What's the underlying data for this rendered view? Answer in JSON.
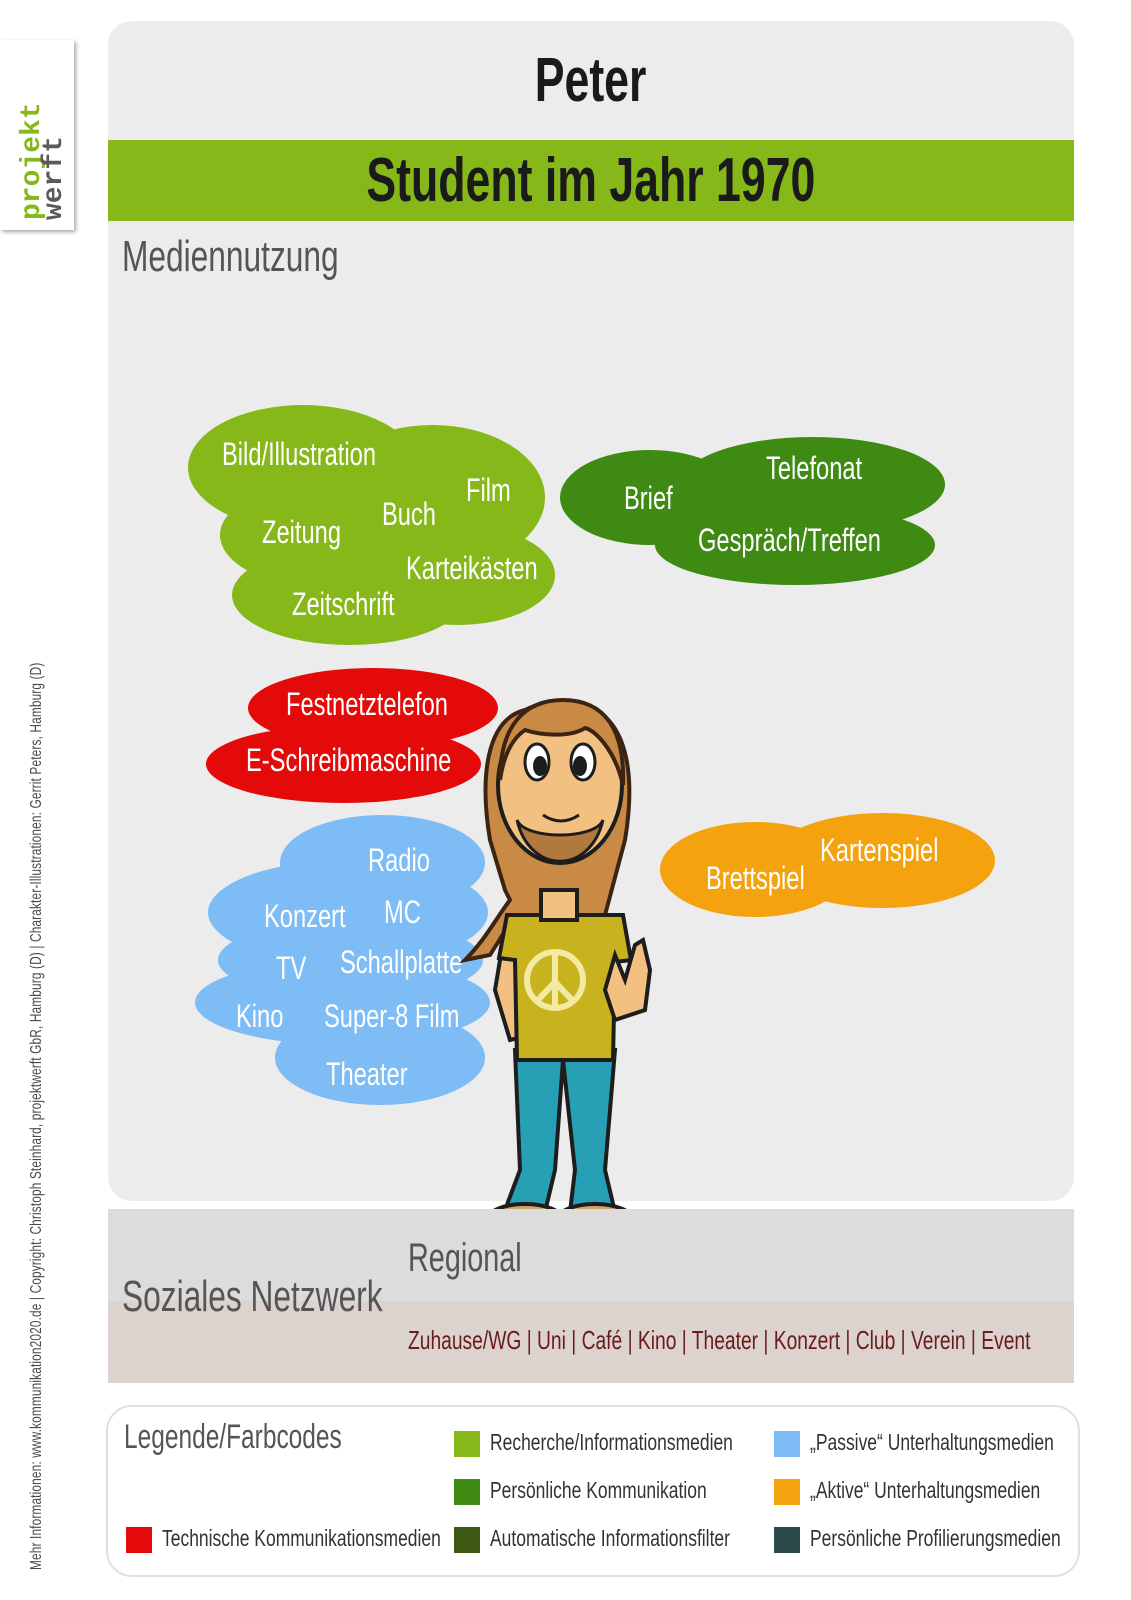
{
  "credits": "Mehr Informationen: www.kommunikation2020.de | Copyright: Christoph Steinhard, projektwerft GbR, Hamburg (D) | Charakter-Illustrationen: Gerrit Peters, Hamburg (D)",
  "logo": {
    "line1": "projekt",
    "line2": "werft"
  },
  "header": {
    "name": "Peter",
    "subtitle": "Student im Jahr 1970"
  },
  "media": {
    "heading": "Mediennutzung",
    "research": [
      "Bild/Illustration",
      "Film",
      "Buch",
      "Zeitung",
      "Karteikästen",
      "Zeitschrift"
    ],
    "personal": [
      "Telefonat",
      "Brief",
      "Gespräch/Treffen"
    ],
    "technical": [
      "Festnetztelefon",
      "E-Schreibmaschine"
    ],
    "passive": [
      "Radio",
      "MC",
      "Konzert",
      "TV",
      "Schallplatte",
      "Kino",
      "Super-8 Film",
      "Theater"
    ],
    "active": [
      "Kartenspiel",
      "Brettspiel"
    ]
  },
  "social": {
    "heading": "Soziales Netzwerk",
    "regional_label": "Regional",
    "places": "Zuhause/WG | Uni | Café | Kino | Theater | Konzert | Club | Verein | Event"
  },
  "legend": {
    "heading": "Legende/Farbcodes",
    "items": [
      {
        "label": "Recherche/Informationsmedien",
        "color": "#86b81a"
      },
      {
        "label": "Persönliche Kommunikation",
        "color": "#3e8a12"
      },
      {
        "label": "Automatische Informationsfilter",
        "color": "#3f5a12"
      },
      {
        "label": "„Passive“ Unterhaltungsmedien",
        "color": "#7dbcf5"
      },
      {
        "label": "„Aktive“ Unterhaltungsmedien",
        "color": "#f4a20e"
      },
      {
        "label": "Persönliche Profilierungsmedien",
        "color": "#2c4a4a"
      },
      {
        "label": "Technische Kommunikationsmedien",
        "color": "#e50a0a"
      }
    ]
  },
  "colors": {
    "research": "#86b81a",
    "personal": "#3e8a12",
    "technical": "#e50a0a",
    "passive": "#7dbcf5",
    "active": "#f4a20e"
  }
}
